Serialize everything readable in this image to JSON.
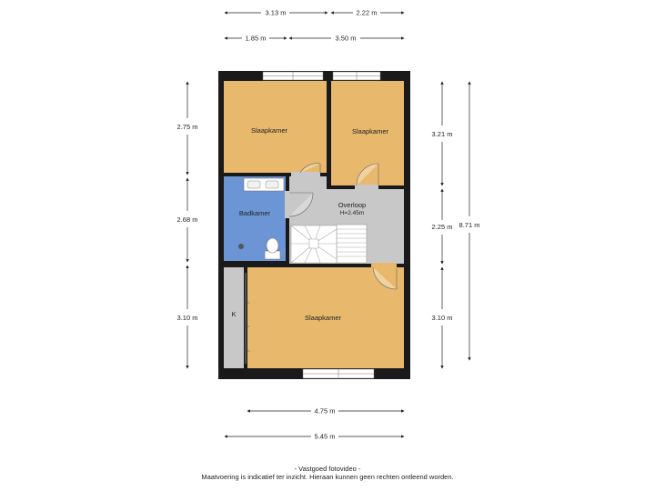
{
  "rooms": {
    "slaapkamer_top_left": "Slaapkamer",
    "slaapkamer_top_right": "Slaapkamer",
    "badkamer": "Badkamer",
    "overloop": "Overloop",
    "overloop_height": "H=2.45m",
    "kast": "K",
    "slaapkamer_bottom": "Slaapkamer"
  },
  "dimensions": {
    "top_row1": [
      "3.13 m",
      "2.22 m"
    ],
    "top_row2": [
      "1.85 m",
      "3.50 m"
    ],
    "left": [
      "2.75 m",
      "2.68 m",
      "3.10 m"
    ],
    "right_inner": [
      "3.21 m",
      "2.25 m",
      "3.10 m"
    ],
    "right_outer": "8.71 m",
    "bottom_inner": "4.75 m",
    "bottom_outer": "5.45 m"
  },
  "footer": {
    "line1": "- Vastgoed fotovideo -",
    "line2": "Maatvoering is indicatief ter inzicht. Hieraan kunnen geen rechten ontleend worden."
  },
  "colors": {
    "bedroom": "#e8b86d",
    "bathroom": "#6b95d4",
    "hallway": "#c8c8c8",
    "wall": "#1a1a1a"
  }
}
